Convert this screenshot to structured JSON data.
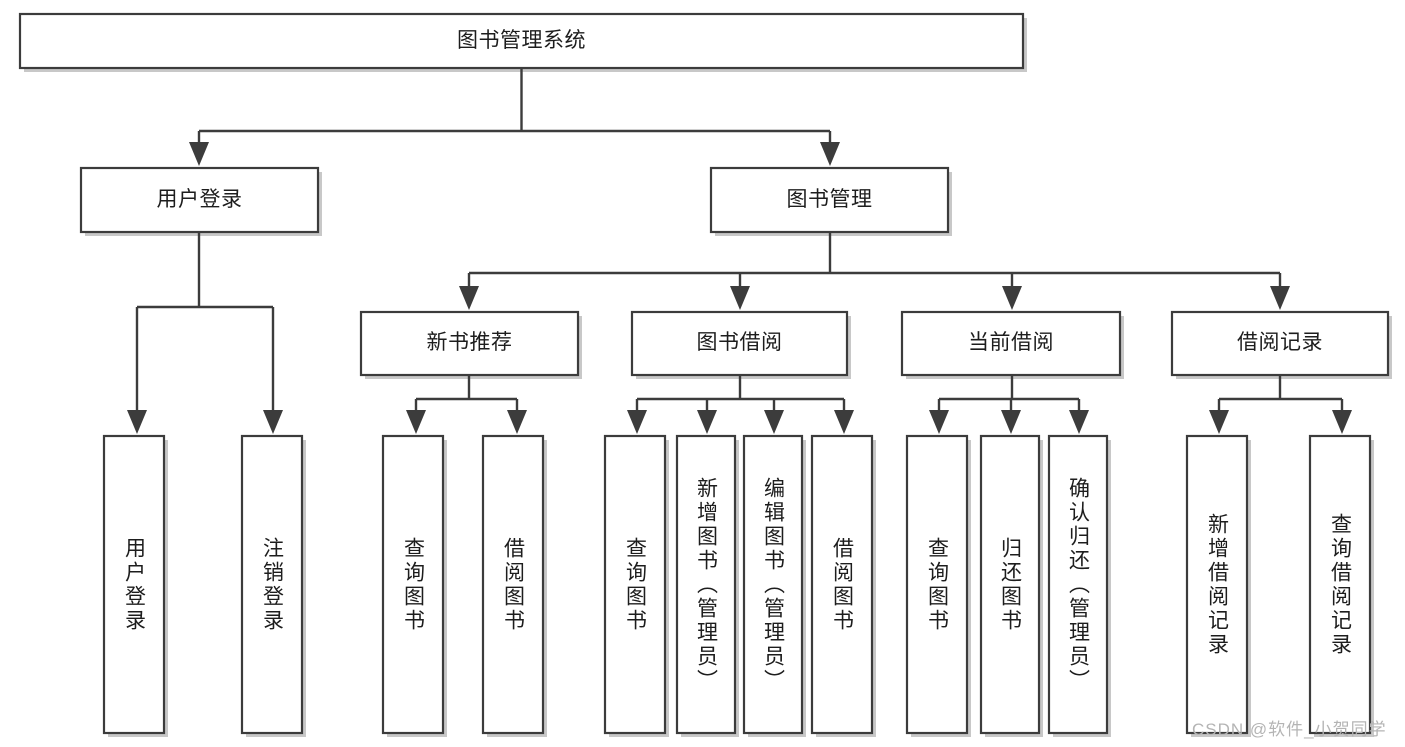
{
  "diagram": {
    "type": "hierarchy-tree",
    "title": "图书管理系统",
    "watermark": "CSDN @软件_小贺同学",
    "colors": {
      "box_stroke": "#3c3c3c",
      "box_fill": "#ffffff",
      "text": "#1d1d1d",
      "shadow": "#9a9a9a",
      "watermark": "#b4b4b4",
      "background": "#ffffff"
    },
    "levels": {
      "root": {
        "label": "图书管理系统",
        "orientation": "horizontal"
      },
      "level2": [
        {
          "label": "用户登录",
          "orientation": "horizontal"
        },
        {
          "label": "图书管理",
          "orientation": "horizontal"
        }
      ],
      "level3": [
        {
          "label": "新书推荐",
          "orientation": "horizontal",
          "parent": "图书管理"
        },
        {
          "label": "图书借阅",
          "orientation": "horizontal",
          "parent": "图书管理"
        },
        {
          "label": "当前借阅",
          "orientation": "horizontal",
          "parent": "图书管理"
        },
        {
          "label": "借阅记录",
          "orientation": "horizontal",
          "parent": "图书管理"
        }
      ],
      "leaves": [
        {
          "label": "用户登录",
          "orientation": "vertical",
          "parent": "用户登录"
        },
        {
          "label": "注销登录",
          "orientation": "vertical",
          "parent": "用户登录"
        },
        {
          "label": "查询图书",
          "orientation": "vertical",
          "parent": "新书推荐"
        },
        {
          "label": "借阅图书",
          "orientation": "vertical",
          "parent": "新书推荐"
        },
        {
          "label": "查询图书",
          "orientation": "vertical",
          "parent": "图书借阅"
        },
        {
          "label": "新增图书（管理员）",
          "orientation": "vertical",
          "parent": "图书借阅"
        },
        {
          "label": "编辑图书（管理员）",
          "orientation": "vertical",
          "parent": "图书借阅"
        },
        {
          "label": "借阅图书",
          "orientation": "vertical",
          "parent": "图书借阅"
        },
        {
          "label": "查询图书",
          "orientation": "vertical",
          "parent": "当前借阅"
        },
        {
          "label": "归还图书",
          "orientation": "vertical",
          "parent": "当前借阅"
        },
        {
          "label": "确认归还（管理员）",
          "orientation": "vertical",
          "parent": "当前借阅"
        },
        {
          "label": "新增借阅记录",
          "orientation": "vertical",
          "parent": "借阅记录"
        },
        {
          "label": "查询借阅记录",
          "orientation": "vertical",
          "parent": "借阅记录"
        }
      ]
    }
  }
}
